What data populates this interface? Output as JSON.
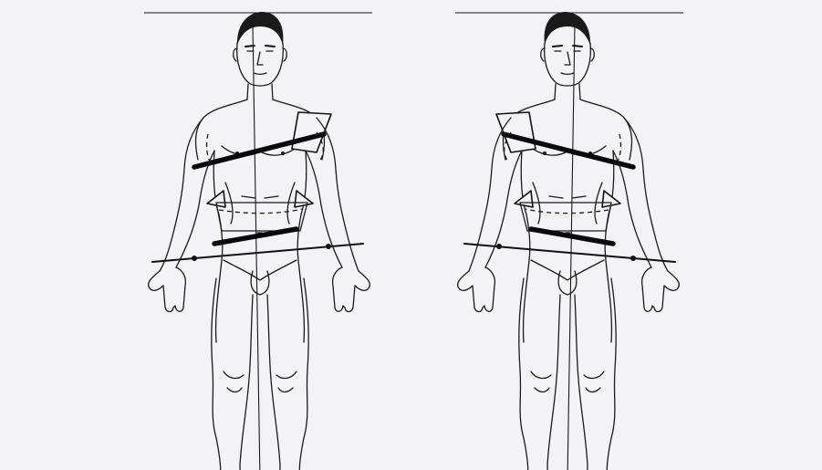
{
  "illustration": {
    "panels": [
      {
        "id": "left",
        "view": "figure-left"
      },
      {
        "id": "right",
        "view": "figure-right-mirrored"
      }
    ],
    "colors": {
      "paper": "#f3f3f6",
      "ink": "#111111"
    }
  }
}
